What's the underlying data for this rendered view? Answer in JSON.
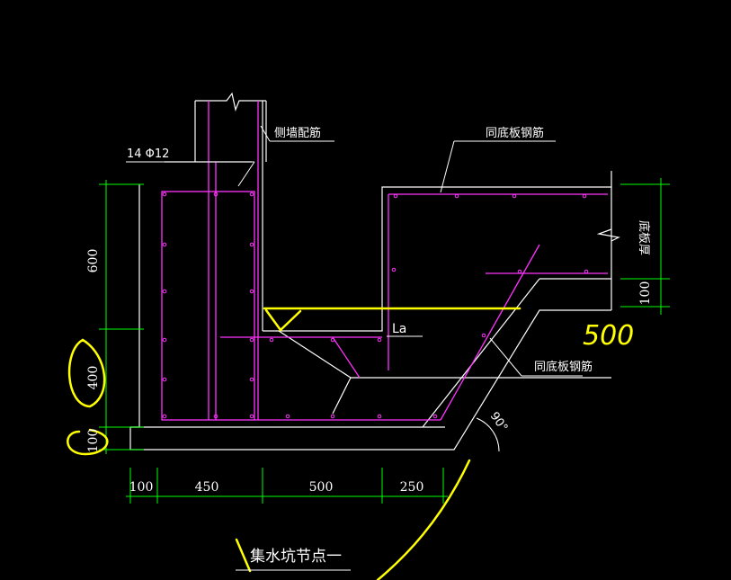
{
  "drawing": {
    "title": "集水坑节点一",
    "labels": {
      "side_wall_rebar": "侧墙配筋",
      "top_bar_callout": "14 Φ12",
      "same_slab_rebar_top": "同底板钢筋",
      "same_slab_rebar_bottom": "同底板钢筋",
      "slab_thickness": "底板厚",
      "anchor_length": "La",
      "angle": "90°"
    },
    "dimensions": {
      "vertical_left": [
        "600",
        "400",
        "100"
      ],
      "vertical_right": "100",
      "horizontal": [
        "100",
        "450",
        "500",
        "250"
      ]
    },
    "annotations": {
      "handwritten_value": "500"
    },
    "colors": {
      "background": "#000000",
      "outline": "#ffffff",
      "rebar": "#ff33ff",
      "dimension": "#00ff00",
      "annotation": "#ffff00"
    }
  }
}
